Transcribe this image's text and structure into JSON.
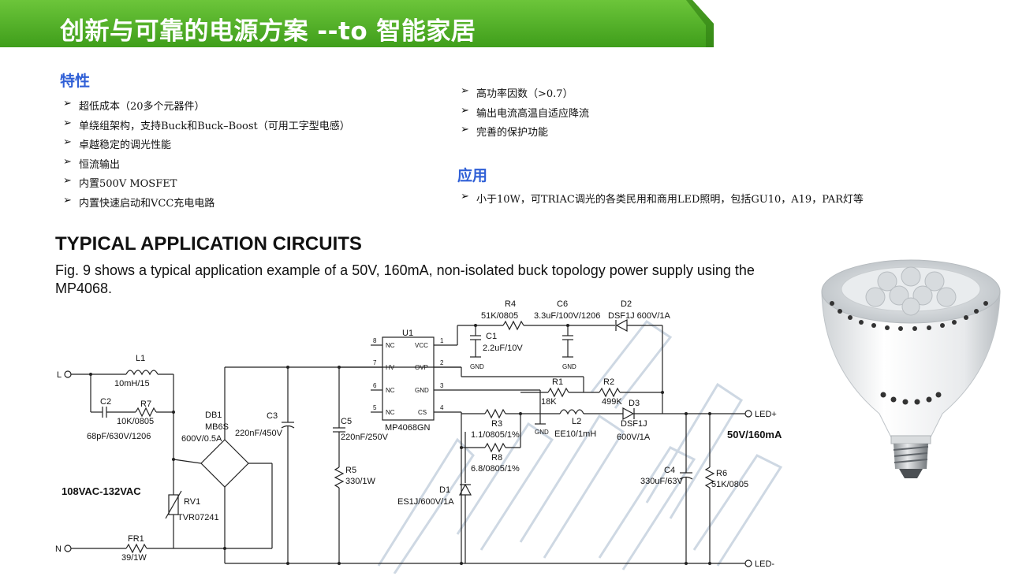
{
  "header": {
    "title": "创新与可靠的电源方案 --to 智能家居"
  },
  "features": {
    "heading": "特性",
    "left_items": [
      "超低成本（20多个元器件）",
      "单绕组架构，支持Buck和Buck–Boost（可用工字型电感）",
      "卓越稳定的调光性能",
      "恒流输出",
      "内置500V MOSFET",
      "内置快速启动和VCC充电电路"
    ],
    "right_items": [
      "高功率因数（>0.7）",
      "输出电流高温自适应降流",
      "完善的保护功能"
    ]
  },
  "application": {
    "heading": "应用",
    "items": [
      "小于10W，可TRIAC调光的各类民用和商用LED照明，包括GU10，A19，PAR灯等"
    ]
  },
  "circuit_section": {
    "title": "TYPICAL APPLICATION CIRCUITS",
    "description": "Fig. 9 shows a typical application example of a 50V, 160mA, non-isolated buck topology power supply using the MP4068."
  },
  "schematic": {
    "input_range": "108VAC-132VAC",
    "output_spec": "50V/160mA",
    "terminal_L": "L",
    "terminal_N": "N",
    "led_plus": "LED+",
    "led_minus": "LED-",
    "components": {
      "L1": [
        "L1",
        "10mH/15"
      ],
      "C2": [
        "C2",
        "68pF/630V/1206"
      ],
      "R7": [
        "R7",
        "10K/0805"
      ],
      "DB1": [
        "DB1",
        "MB6S",
        "600V/0.5A"
      ],
      "C3": [
        "C3",
        "220nF/450V"
      ],
      "C5": [
        "C5",
        "220nF/250V"
      ],
      "R5": [
        "R5",
        "330/1W"
      ],
      "RV1": [
        "RV1",
        "TVR07241"
      ],
      "FR1": [
        "FR1",
        "39/1W"
      ],
      "U1": [
        "U1",
        "MP4068GN"
      ],
      "R4": [
        "R4",
        "51K/0805"
      ],
      "C6": [
        "C6",
        "3.3uF/100V/1206"
      ],
      "D2": [
        "D2",
        "DSF1J 600V/1A"
      ],
      "C1": [
        "C1",
        "2.2uF/10V"
      ],
      "R1": [
        "R1",
        "18K"
      ],
      "R2": [
        "R2",
        "499K"
      ],
      "D3": [
        "D3",
        "DSF1J",
        "600V/1A"
      ],
      "R3": [
        "R3",
        "1.1/0805/1%"
      ],
      "R8": [
        "R8",
        "6.8/0805/1%"
      ],
      "L2": [
        "L2",
        "EE10/1mH"
      ],
      "D1": [
        "D1",
        "ES1J/600V/1A"
      ],
      "C4": [
        "C4",
        "330uF/63V"
      ],
      "R6": [
        "R6",
        "51K/0805"
      ]
    },
    "ic_pins_left": [
      "NC",
      "HV",
      "NC",
      "NC"
    ],
    "ic_pins_right": [
      "VCC",
      "OVP",
      "GND",
      "CS"
    ],
    "pin_numbers_left": [
      "8",
      "7",
      "6",
      "5"
    ],
    "pin_numbers_right": [
      "1",
      "2",
      "3",
      "4"
    ],
    "gnd_label": "GND"
  },
  "colors": {
    "banner": "#4caf23",
    "banner_dark": "#2f7d12",
    "heading": "#2f5fd6",
    "watermark": "#c9d4e0"
  },
  "icons": {
    "bullet": "arrow-bullet-icon",
    "product": "led-par-bulb-image"
  }
}
